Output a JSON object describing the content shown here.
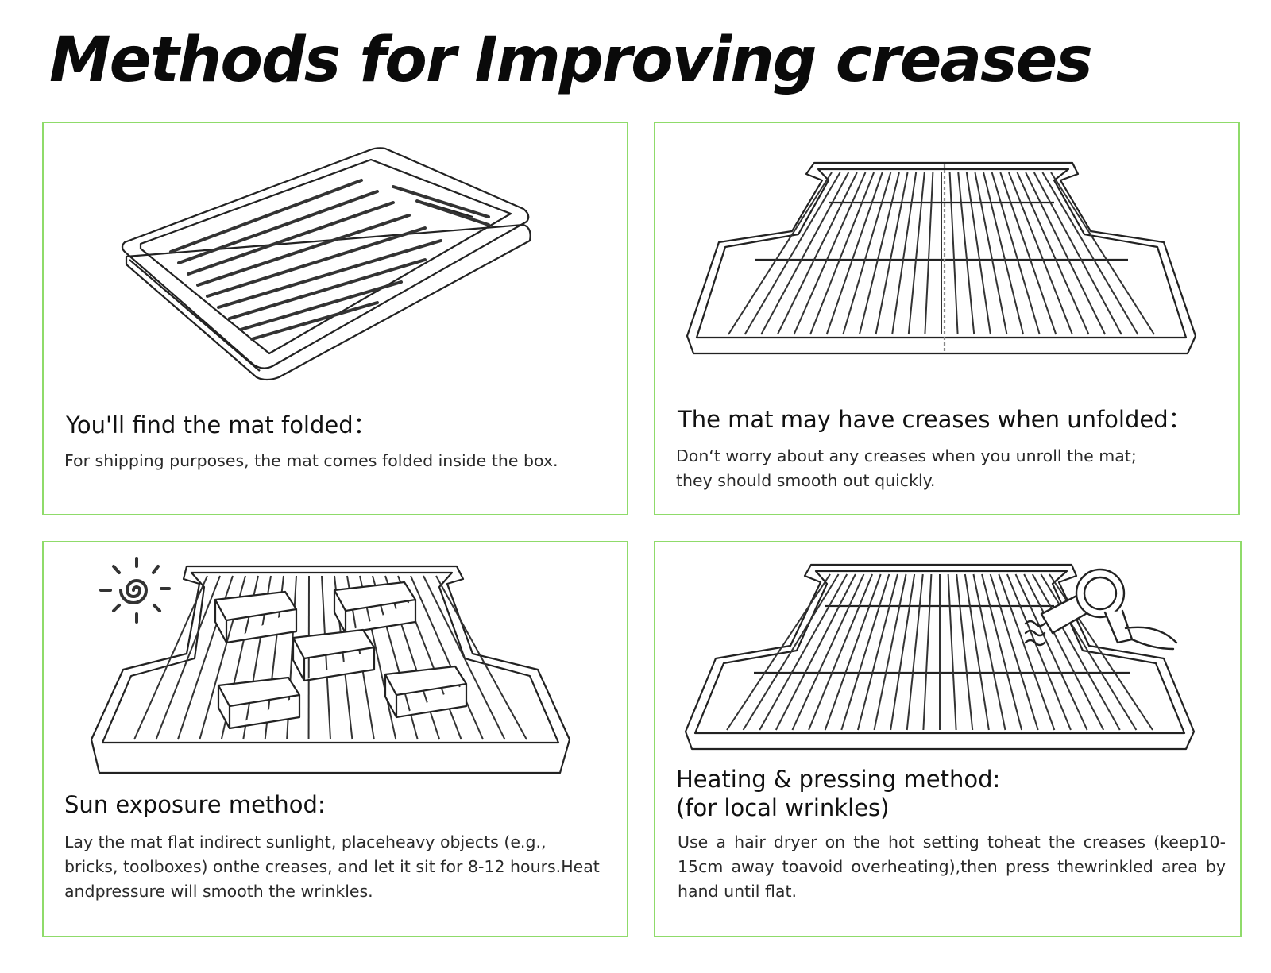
{
  "page": {
    "title": "Methods for Improving creases"
  },
  "panels": [
    {
      "heading": "You'll find the mat folded：",
      "body": "For shipping purposes, the mat comes folded inside the box.",
      "illustration": "folded-mat"
    },
    {
      "heading": "The mat may have creases when unfolded：",
      "body": "Don‘t worry about any creases when you unroll the mat;\nthey should smooth out quickly.",
      "illustration": "unfolded-mat-with-crease"
    },
    {
      "heading": "Sun exposure method:",
      "body": "Lay the mat flat indirect sunlight, placeheavy objects (e.g., bricks, toolboxes) onthe creases, and let it sit for 8-12 hours.Heat andpressure will smooth the wrinkles.",
      "illustration": "mat-with-bricks-and-sun"
    },
    {
      "heading": "Heating & pressing method:\n(for local wrinkles)",
      "body": "Use a hair dryer on the hot setting toheat the creases (keep10-15cm away toavoid overheating),then press thewrinkled area by hand until flat.",
      "illustration": "mat-with-hair-dryer"
    }
  ],
  "icons": [
    "sun-icon",
    "hair-dryer-icon",
    "brick-icon"
  ],
  "colors": {
    "panel_border": "#8fdb6a",
    "text": "#1a1a1a"
  }
}
